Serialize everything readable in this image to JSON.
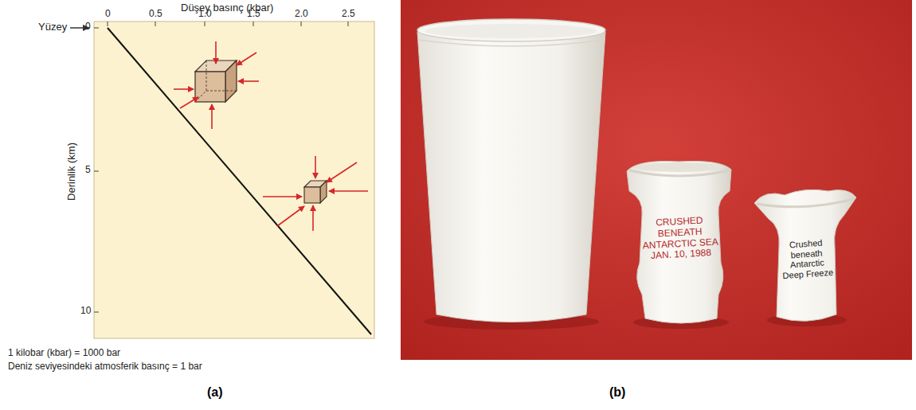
{
  "diagram": {
    "labels": [
      "Düşey basınç (kbar)",
      "0",
      "0.5",
      "1.0",
      "1.5",
      "2.0",
      "2.5",
      "Yüzey",
      "0",
      "5",
      "10",
      "Derinlik (km)",
      "1 kilobar (kbar) = 1000 bar",
      "Deniz seviyesindeki atmosferik basınç = 1 bar",
      "CRUSHED BENEATH ANTARCTIC SEA JAN. 10, 1988",
      "Crushed beneath Antarctic Deep Freeze",
      "(a)",
      "(b)"
    ]
  }
}
